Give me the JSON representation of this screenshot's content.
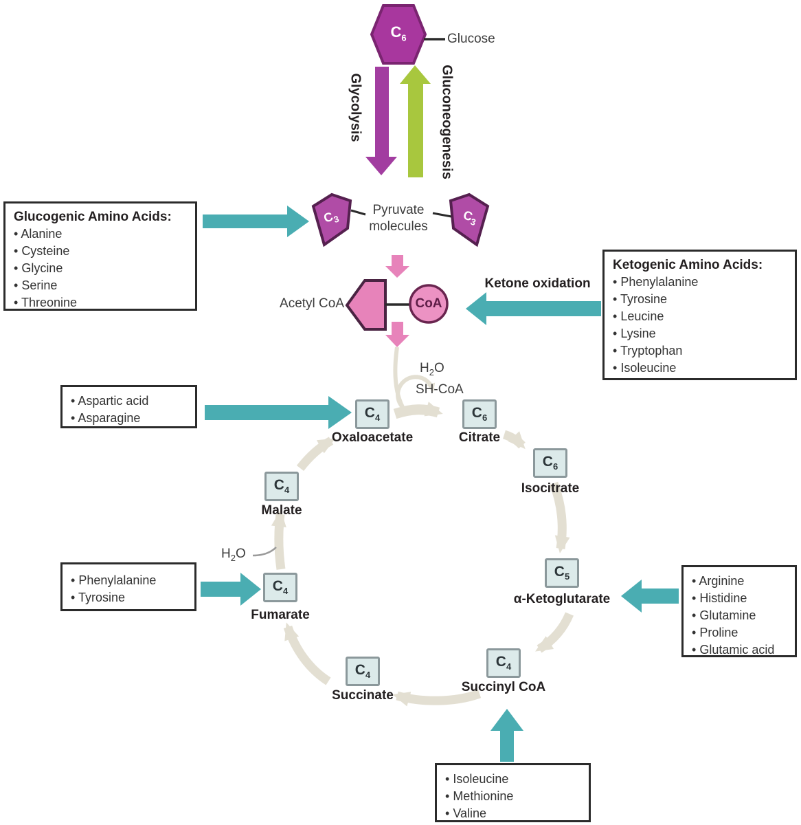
{
  "colors": {
    "teal": "#4aadb2",
    "purple_arrow": "#a23da0",
    "green_arrow": "#a8c73e",
    "pink": "#e783ba",
    "magenta_shape": "#a8379e",
    "pyruvate_shape": "#b04ca6",
    "beige_arrow": "#e3dfd2",
    "metabolite_box_fill": "#dceaea",
    "metabolite_box_border": "#8b989b",
    "text": "#231f20"
  },
  "top": {
    "glucose_symbol": {
      "letter": "C",
      "sub": "6"
    },
    "glucose_label": "Glucose",
    "glycolysis_label": "Glycolysis",
    "gluconeogenesis_label": "Gluconeogenesis"
  },
  "pyruvate": {
    "label_line1": "Pyruvate",
    "label_line2": "molecules",
    "left_symbol": {
      "letter": "C",
      "sub": "3"
    },
    "right_symbol": {
      "letter": "C",
      "sub": "3"
    }
  },
  "acetyl": {
    "label": "Acetyl CoA",
    "coa_label": "CoA",
    "ketone_oxidation_label": "Ketone oxidation"
  },
  "reaction_labels": {
    "h2o_top": {
      "pre": "H",
      "sub": "2",
      "post": "O"
    },
    "sh_coa": "SH-CoA",
    "h2o_left": {
      "pre": "H",
      "sub": "2",
      "post": "O"
    }
  },
  "cycle": {
    "nodes": [
      {
        "letter": "C",
        "sub": "4",
        "name": "Oxaloacetate"
      },
      {
        "letter": "C",
        "sub": "6",
        "name": "Citrate"
      },
      {
        "letter": "C",
        "sub": "6",
        "name": "Isocitrate"
      },
      {
        "letter": "C",
        "sub": "5",
        "name": "α-Ketoglutarate"
      },
      {
        "letter": "C",
        "sub": "4",
        "name": "Succinyl CoA"
      },
      {
        "letter": "C",
        "sub": "4",
        "name": "Succinate"
      },
      {
        "letter": "C",
        "sub": "4",
        "name": "Fumarate"
      },
      {
        "letter": "C",
        "sub": "4",
        "name": "Malate"
      }
    ]
  },
  "boxes": {
    "glucogenic": {
      "title": "Glucogenic Amino Acids:",
      "items": [
        "Alanine",
        "Cysteine",
        "Glycine",
        "Serine",
        "Threonine"
      ]
    },
    "ketogenic": {
      "title": "Ketogenic Amino Acids:",
      "items": [
        "Phenylalanine",
        "Tyrosine",
        "Leucine",
        "Lysine",
        "Tryptophan",
        "Isoleucine"
      ]
    },
    "oxaloacetate_inputs": {
      "items": [
        "Aspartic acid",
        "Asparagine"
      ]
    },
    "fumarate_inputs": {
      "items": [
        "Phenylalanine",
        "Tyrosine"
      ]
    },
    "ketoglutarate_inputs": {
      "items": [
        "Arginine",
        "Histidine",
        "Glutamine",
        "Proline",
        "Glutamic acid"
      ]
    },
    "succinyl_inputs": {
      "items": [
        "Isoleucine",
        "Methionine",
        "Valine"
      ]
    }
  }
}
